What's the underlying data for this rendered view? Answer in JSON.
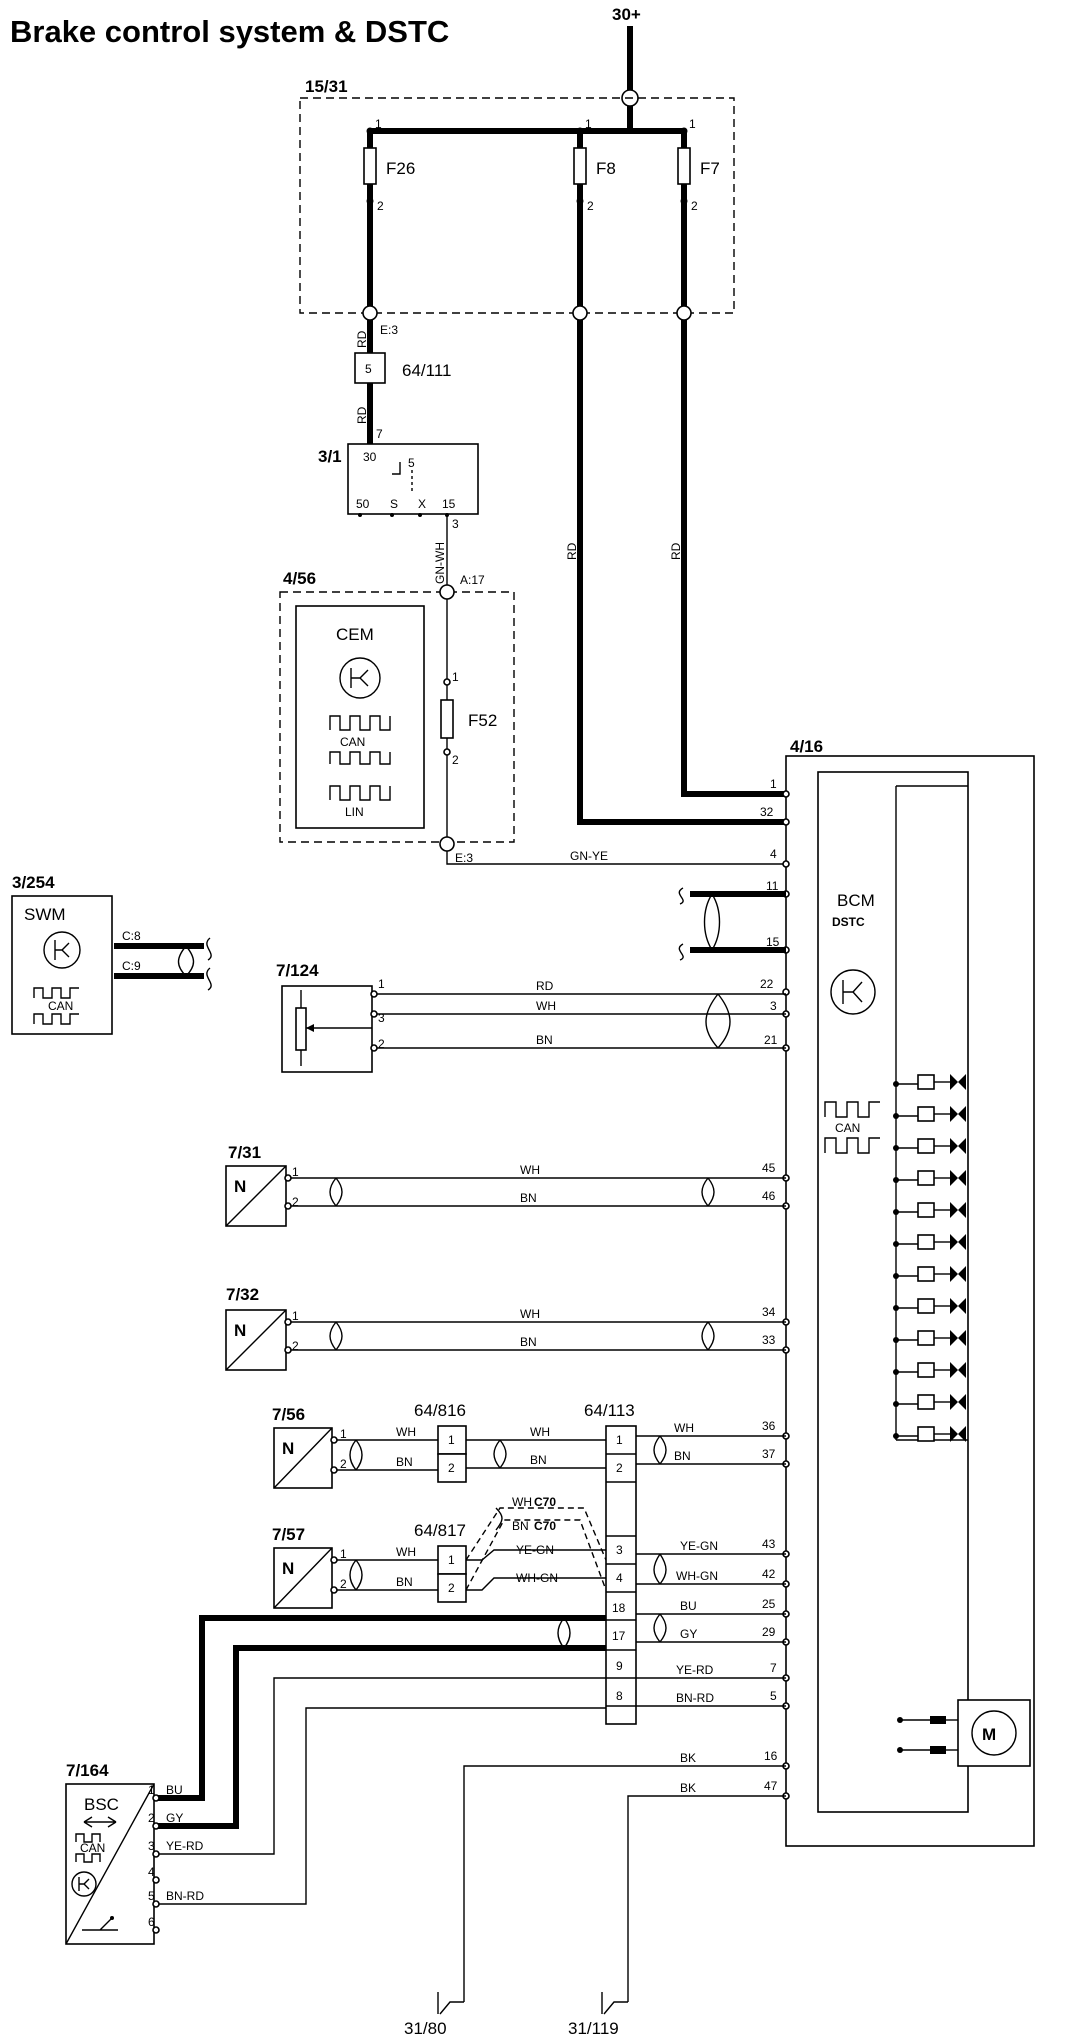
{
  "title": "Brake control system & DSTC",
  "supply": {
    "label": "30+"
  },
  "fuse_box": {
    "ref": "15/31",
    "fuses": [
      "F26",
      "F8",
      "F7"
    ],
    "pin_top": "1",
    "pin_bottom": "2",
    "exit_label": "E:3"
  },
  "connector_64_111": {
    "ref": "64/111",
    "pin": "5"
  },
  "ignition_switch": {
    "ref": "3/1",
    "pins": [
      "30",
      "50",
      "S",
      "X",
      "15"
    ],
    "inner": "5",
    "wire_in_pin": "7",
    "wire_out_pin": "3"
  },
  "cem": {
    "ref": "4/56",
    "name": "CEM",
    "can": "CAN",
    "lin": "LIN",
    "fuse": "F52",
    "pin_in": "A:17",
    "pin_out": "E:3",
    "fuse_pins": [
      "1",
      "2"
    ]
  },
  "swm": {
    "ref": "3/254",
    "name": "SWM",
    "can": "CAN",
    "pins": [
      "C:8",
      "C:9"
    ]
  },
  "bcm": {
    "ref": "4/16",
    "name": "BCM",
    "sub": "DSTC",
    "can": "CAN",
    "pins": [
      "1",
      "32",
      "4",
      "11",
      "15",
      "22",
      "3",
      "21",
      "45",
      "46",
      "34",
      "33",
      "36",
      "37",
      "43",
      "42",
      "25",
      "29",
      "7",
      "5",
      "16",
      "47"
    ]
  },
  "sensor_7_124": {
    "ref": "7/124",
    "pins": [
      "1",
      "3",
      "2"
    ]
  },
  "sensor_7_31": {
    "ref": "7/31",
    "label": "N",
    "pins": [
      "1",
      "2"
    ]
  },
  "sensor_7_32": {
    "ref": "7/32",
    "label": "N",
    "pins": [
      "1",
      "2"
    ]
  },
  "sensor_7_56": {
    "ref": "7/56",
    "label": "N",
    "pins": [
      "1",
      "2"
    ]
  },
  "sensor_7_57": {
    "ref": "7/57",
    "label": "N",
    "pins": [
      "1",
      "2"
    ]
  },
  "connector_64_816": {
    "ref": "64/816",
    "pins": [
      "1",
      "2"
    ]
  },
  "connector_64_817": {
    "ref": "64/817",
    "pins": [
      "1",
      "2"
    ]
  },
  "connector_64_113": {
    "ref": "64/113",
    "pins": [
      "1",
      "2",
      "3",
      "4",
      "18",
      "17",
      "9",
      "8"
    ]
  },
  "c70": {
    "wh": "WH",
    "bn": "BN",
    "tag": "C70",
    "ye_gn": "YE-GN",
    "wh_gn": "WH-GN"
  },
  "bsc": {
    "ref": "7/164",
    "name": "BSC",
    "can": "CAN",
    "pins": [
      "1",
      "2",
      "3",
      "4",
      "5",
      "6"
    ],
    "wires": [
      "BU",
      "GY",
      "YE-RD",
      "BN-RD"
    ]
  },
  "wires": {
    "rd": "RD",
    "wh": "WH",
    "bn": "BN",
    "gn_wh": "GN-WH",
    "gn_ye": "GN-YE",
    "ye_gn": "YE-GN",
    "wh_gn": "WH-GN",
    "bu": "BU",
    "gy": "GY",
    "ye_rd": "YE-RD",
    "bn_rd": "BN-RD",
    "bk": "BK"
  },
  "grounds": [
    "31/80",
    "31/119"
  ]
}
